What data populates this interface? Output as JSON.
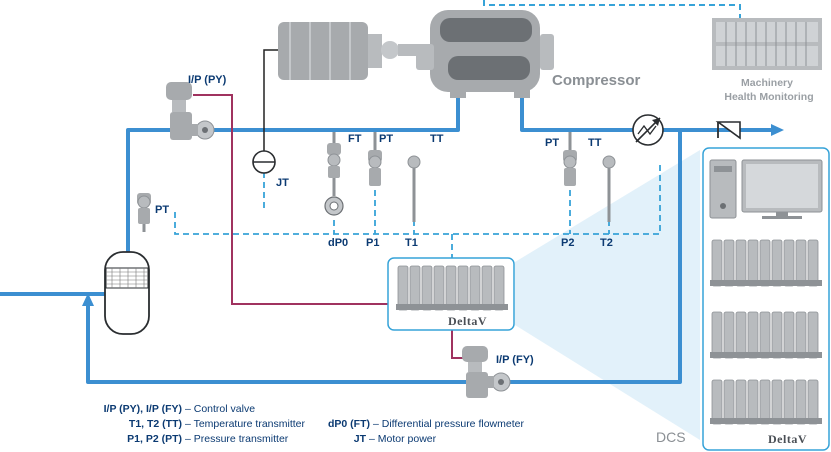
{
  "colors": {
    "process_line": "#3c8fd1",
    "signal_dashed": "#37a3d8",
    "control_line": "#a0325f",
    "equipment": "#a7aaad",
    "label": "#0b3a72"
  },
  "equipment": {
    "compressor_label": "Compressor",
    "machinery_line1": "Machinery",
    "machinery_line2": "Health Monitoring",
    "dcs_label": "DCS",
    "deltav_main": "DeltaV",
    "deltav_panel": "DeltaV"
  },
  "instruments": {
    "ip_py": "I/P (PY)",
    "ip_fy": "I/P (FY)",
    "pt_separator": "PT",
    "jt": "JT",
    "ft": "FT",
    "pt_p1": "PT",
    "tt_t1": "TT",
    "pt_p2": "PT",
    "tt_t2": "TT",
    "dp0": "dP0",
    "p1": "P1",
    "t1": "T1",
    "p2": "P2",
    "t2": "T2"
  },
  "legend": [
    {
      "key": "I/P (PY), I/P (FY)",
      "text": "– Control valve"
    },
    {
      "key": "T1, T2 (TT)",
      "text": "– Temperature transmitter"
    },
    {
      "key": "dP0 (FT)",
      "text": "– Differential pressure flowmeter"
    },
    {
      "key": "P1, P2 (PT)",
      "text": "– Pressure transmitter"
    },
    {
      "key": "JT",
      "text": "– Motor power"
    }
  ]
}
